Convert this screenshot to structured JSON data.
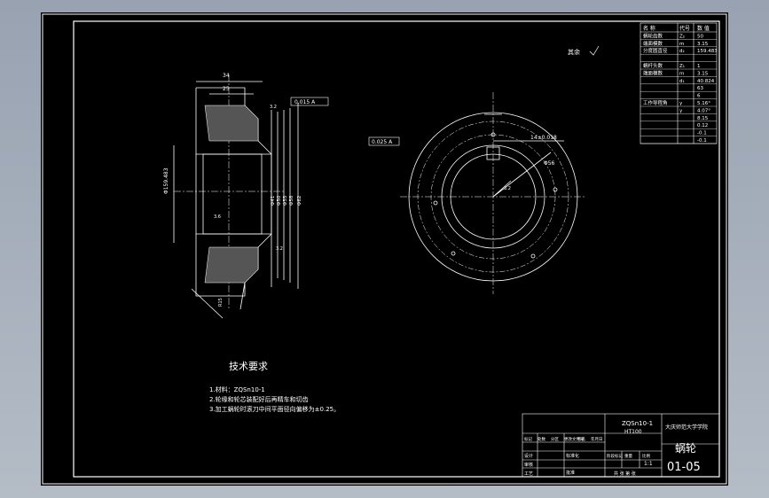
{
  "params_table": {
    "header": [
      "名 称",
      "代号",
      "数 值"
    ],
    "rows": [
      [
        "蜗轮齿数",
        "Z₂",
        "50"
      ],
      [
        "端面模数",
        "m",
        "3.15"
      ],
      [
        "分度圆直径",
        "d₂",
        "159.483"
      ],
      [
        "",
        "",
        ""
      ],
      [
        "蜗杆头数",
        "Z₁",
        "1"
      ],
      [
        "端面模数",
        "m",
        "3.15"
      ],
      [
        "",
        "d₁",
        "40.824"
      ],
      [
        "",
        "",
        "63"
      ],
      [
        "",
        "",
        "6"
      ],
      [
        "工作导程角",
        "γ",
        "5.16°"
      ],
      [
        "",
        "γ",
        "4.07°"
      ],
      [
        "",
        "",
        "8.15"
      ],
      [
        "",
        "",
        "0.12"
      ],
      [
        "",
        "",
        "-0.1"
      ],
      [
        "",
        "",
        "-0.1"
      ]
    ]
  },
  "roughness_note": "其余",
  "side_view": {
    "dim_top": "34",
    "dim_top2": "25",
    "dim_left": "Φ159.483",
    "dims_right": [
      "Φ41",
      "Φ50",
      "Φ55",
      "Φ58",
      "Φ62"
    ],
    "tolerance_frame": "0.015 A",
    "angle_top": "3.2",
    "angle_bottom": "3.2",
    "chamfer": "3.6",
    "dim_small": "R15"
  },
  "front_view": {
    "tolerance_frame": "0.025 A",
    "keyway": "14±0.018",
    "dim_a": "Φ56",
    "dim_b": "3.2"
  },
  "tech_req": {
    "title": "技术要求",
    "items": [
      "1.材料：ZQSn10-1",
      "2.轮缘和轮芯装配好后再精车和切齿",
      "3.加工蜗轮时滚刀中间平面径向偏移为±0.25。"
    ]
  },
  "title_block": {
    "material_top": "ZQSn10-1",
    "material_bottom": "HT100",
    "school": "大庆师范大学学院",
    "part_name": "蜗轮",
    "drawing_no": "01-05",
    "scale": "1:1",
    "design": "设计",
    "sheet_info": "共 张 第 张",
    "headers": [
      "标记",
      "处数",
      "分区",
      "更改文件号",
      "签名",
      "年月日"
    ],
    "stage_labels": [
      "阶段标记",
      "重量",
      "比例"
    ],
    "roles": [
      "设计",
      "审核",
      "工艺"
    ],
    "std": "标准化",
    "approve": "批准"
  }
}
